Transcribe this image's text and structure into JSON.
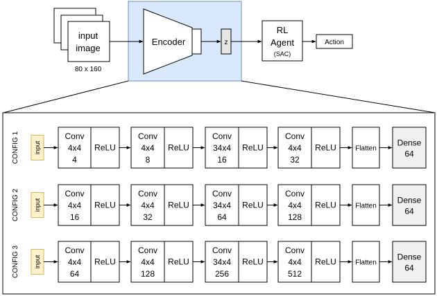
{
  "top": {
    "input_label_line1": "input",
    "input_label_line2": "image",
    "input_size": "80 x 160",
    "encoder": "Encoder",
    "z": "z",
    "agent_line1": "RL",
    "agent_line2": "Agent",
    "agent_line3": "(SAC)",
    "action": "Action"
  },
  "configs": [
    {
      "label": "CONFIG 1",
      "input": "input",
      "blocks": [
        {
          "title": "Conv",
          "kernel": "4x4",
          "channels": "4"
        },
        {
          "title": "Conv",
          "kernel": "4x4",
          "channels": "8"
        },
        {
          "title": "Conv",
          "kernel": "34x4",
          "channels": "16"
        },
        {
          "title": "Conv",
          "kernel": "4x4",
          "channels": "32"
        }
      ],
      "relu": "ReLU",
      "flatten": "Flatten",
      "dense_line1": "Dense",
      "dense_line2": "64"
    },
    {
      "label": "CONFIG 2",
      "input": "input",
      "blocks": [
        {
          "title": "Conv",
          "kernel": "4x4",
          "channels": "16"
        },
        {
          "title": "Conv",
          "kernel": "4x4",
          "channels": "32"
        },
        {
          "title": "Conv",
          "kernel": "34x4",
          "channels": "64"
        },
        {
          "title": "Conv",
          "kernel": "4x4",
          "channels": "128"
        }
      ],
      "relu": "ReLU",
      "flatten": "Flatten",
      "dense_line1": "Dense",
      "dense_line2": "64"
    },
    {
      "label": "CONFIG 3",
      "input": "input",
      "blocks": [
        {
          "title": "Conv",
          "kernel": "4x4",
          "channels": "64"
        },
        {
          "title": "Conv",
          "kernel": "4x4",
          "channels": "128"
        },
        {
          "title": "Conv",
          "kernel": "34x4",
          "channels": "256"
        },
        {
          "title": "Conv",
          "kernel": "4x4",
          "channels": "512"
        }
      ],
      "relu": "ReLU",
      "flatten": "Flatten",
      "dense_line1": "Dense",
      "dense_line2": "64"
    }
  ],
  "colors": {
    "highlight_fill": "#dae8fc",
    "highlight_stroke": "#6c8ebf",
    "input_fill": "#fff2cc",
    "input_stroke": "#d6b656",
    "dense_fill": "#f0f0f0",
    "z_fill": "#e6e6e6"
  }
}
